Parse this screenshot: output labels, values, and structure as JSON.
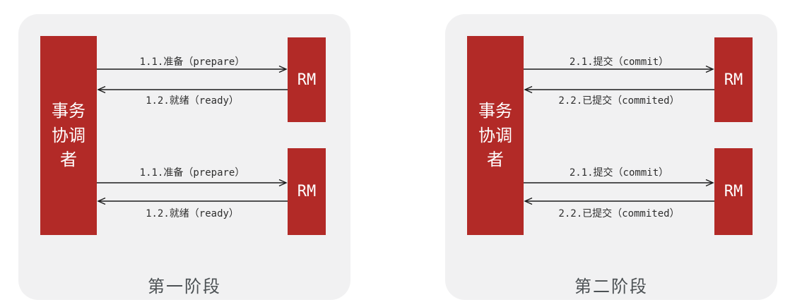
{
  "colors": {
    "page_bg": "#ffffff",
    "panel_bg": "#f1f1f2",
    "box_red": "#b22a27",
    "box_text": "#ffffff",
    "arrow": "#1c1c1c",
    "label_text": "#2e2e2e",
    "caption_text": "#4c5154"
  },
  "panels": [
    {
      "caption": "第一阶段",
      "coordinator": "事务协调者",
      "groups": [
        {
          "rm": "RM",
          "request": "1.1.准备（prepare）",
          "response": "1.2.就绪（ready）"
        },
        {
          "rm": "RM",
          "request": "1.1.准备（prepare）",
          "response": "1.2.就绪（ready）"
        }
      ]
    },
    {
      "caption": "第二阶段",
      "coordinator": "事务协调者",
      "groups": [
        {
          "rm": "RM",
          "request": "2.1.提交（commit）",
          "response": "2.2.已提交（commited）"
        },
        {
          "rm": "RM",
          "request": "2.1.提交（commit）",
          "response": "2.2.已提交（commited）"
        }
      ]
    }
  ]
}
